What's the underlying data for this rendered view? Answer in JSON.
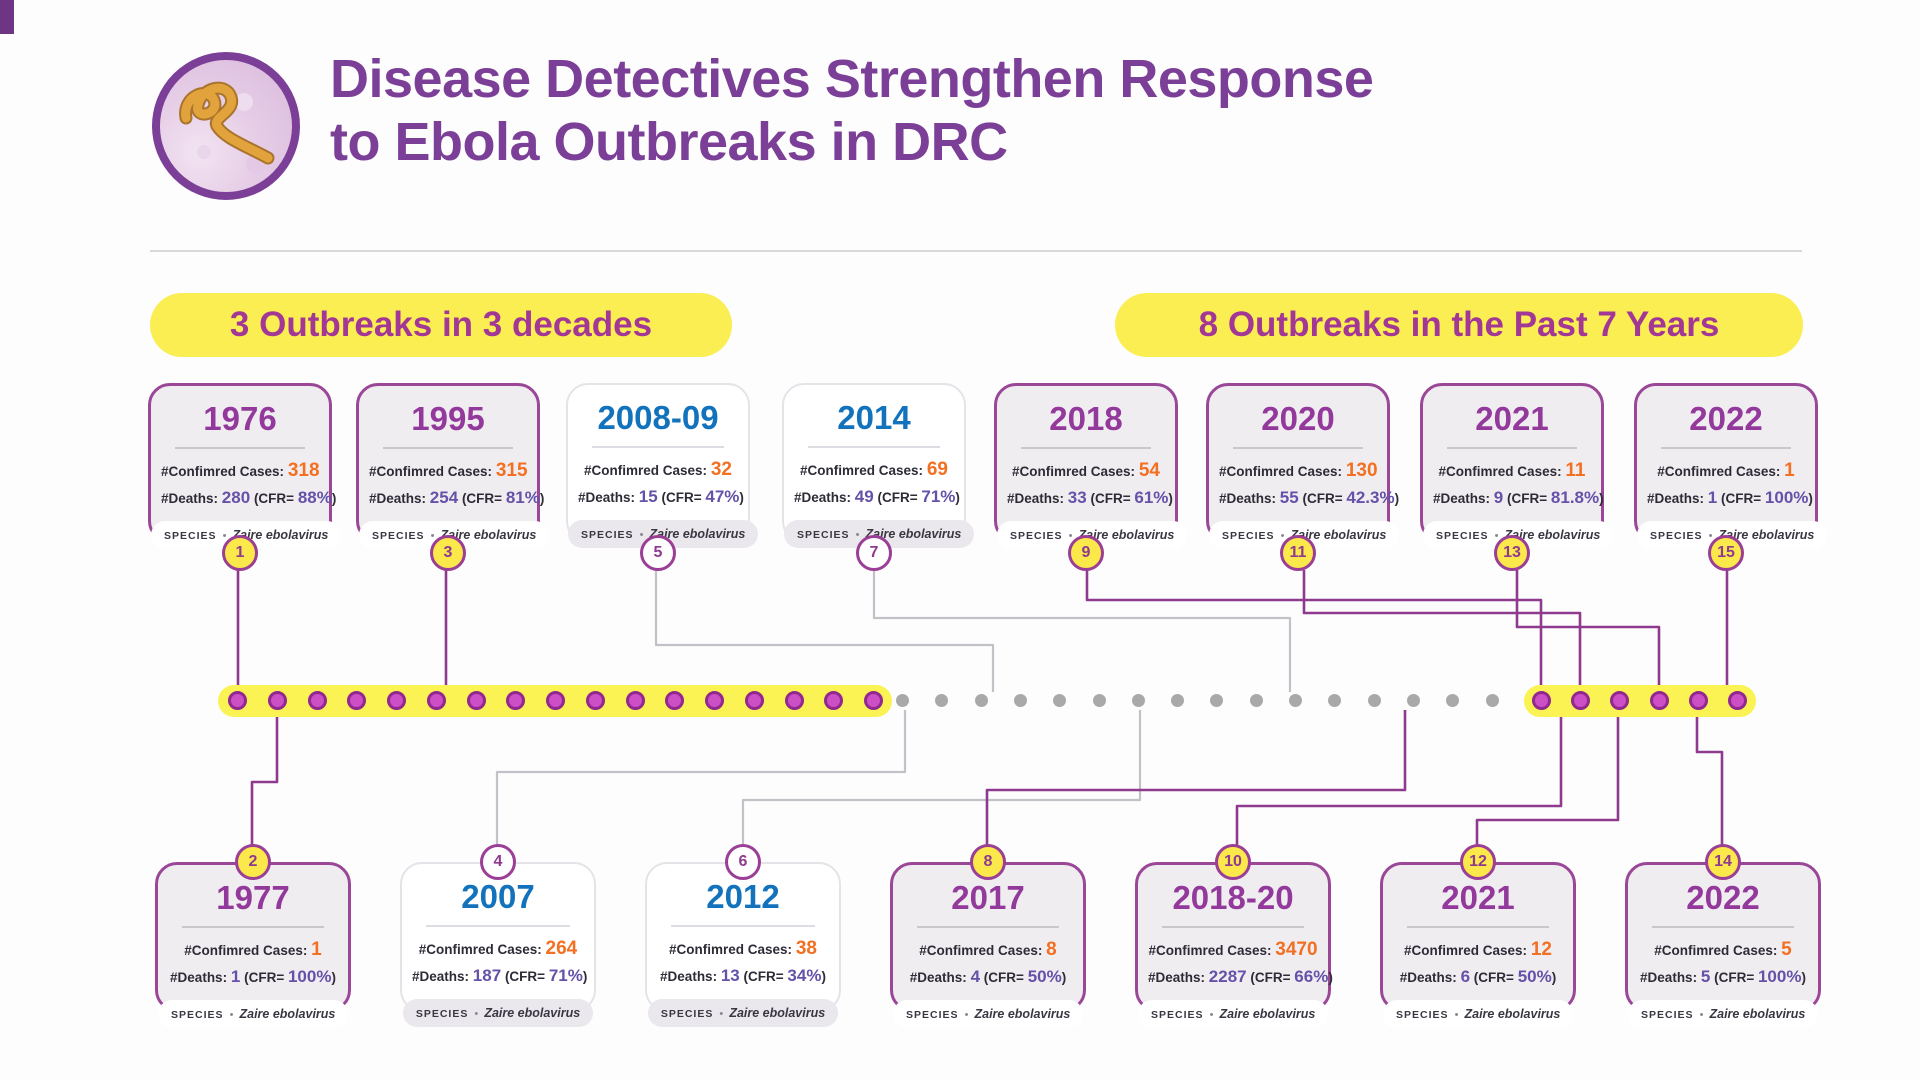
{
  "header": {
    "logo": "ebola-virus-micrograph",
    "title_line1": "Disease Detectives Strengthen Response",
    "title_line2": "to Ebola Outbreaks in DRC"
  },
  "badges": {
    "left": "3 Outbreaks in 3 decades",
    "right": "8 Outbreaks in the Past 7 Years"
  },
  "labels": {
    "cases": "#Confimred Cases:",
    "deaths": "#Deaths:",
    "cfr": "(CFR=",
    "cfr_close": ")",
    "species": "SPECIES",
    "separator": "•"
  },
  "timeline": {
    "left_purple_dots": 17,
    "middle_gray_dots": 16,
    "right_purple_dots": 6
  },
  "top_row": [
    {
      "number": 1,
      "year": "1976",
      "theme": "purple",
      "cases": "318",
      "deaths": "280",
      "cfr": "88%",
      "species": "Zaire ebolavirus"
    },
    {
      "number": 3,
      "year": "1995",
      "theme": "purple",
      "cases": "315",
      "deaths": "254",
      "cfr": "81%",
      "species": "Zaire ebolavirus"
    },
    {
      "number": 5,
      "year": "2008-09",
      "theme": "white",
      "cases": "32",
      "deaths": "15",
      "cfr": "47%",
      "species": "Zaire ebolavirus"
    },
    {
      "number": 7,
      "year": "2014",
      "theme": "white",
      "cases": "69",
      "deaths": "49",
      "cfr": "71%",
      "species": "Zaire ebolavirus"
    },
    {
      "number": 9,
      "year": "2018",
      "theme": "purple",
      "cases": "54",
      "deaths": "33",
      "cfr": "61%",
      "species": "Zaire ebolavirus"
    },
    {
      "number": 11,
      "year": "2020",
      "theme": "purple",
      "cases": "130",
      "deaths": "55",
      "cfr": "42.3%",
      "species": "Zaire ebolavirus"
    },
    {
      "number": 13,
      "year": "2021",
      "theme": "purple",
      "cases": "11",
      "deaths": "9",
      "cfr": "81.8%",
      "species": "Zaire ebolavirus"
    },
    {
      "number": 15,
      "year": "2022",
      "theme": "purple",
      "cases": "1",
      "deaths": "1",
      "cfr": "100%",
      "species": "Zaire ebolavirus"
    }
  ],
  "bottom_row": [
    {
      "number": 2,
      "year": "1977",
      "theme": "purple",
      "cases": "1",
      "deaths": "1",
      "cfr": "100%",
      "species": "Zaire ebolavirus"
    },
    {
      "number": 4,
      "year": "2007",
      "theme": "white",
      "cases": "264",
      "deaths": "187",
      "cfr": "71%",
      "species": "Zaire ebolavirus"
    },
    {
      "number": 6,
      "year": "2012",
      "theme": "white",
      "cases": "38",
      "deaths": "13",
      "cfr": "34%",
      "species": "Zaire ebolavirus"
    },
    {
      "number": 8,
      "year": "2017",
      "theme": "purple",
      "cases": "8",
      "deaths": "4",
      "cfr": "50%",
      "species": "Zaire ebolavirus"
    },
    {
      "number": 10,
      "year": "2018-20",
      "theme": "purple",
      "cases": "3470",
      "deaths": "2287",
      "cfr": "66%",
      "species": "Zaire ebolavirus"
    },
    {
      "number": 12,
      "year": "2021",
      "theme": "purple",
      "cases": "12",
      "deaths": "6",
      "cfr": "50%",
      "species": "Zaire ebolavirus"
    },
    {
      "number": 14,
      "year": "2022",
      "theme": "purple",
      "cases": "5",
      "deaths": "5",
      "cfr": "100%",
      "species": "Zaire ebolavirus"
    }
  ],
  "colors": {
    "title_purple": "#7c3f98",
    "badge_yellow": "#faee53",
    "badge_text": "#a23795",
    "card_border_purple": "#9b4798",
    "year_purple": "#93399b",
    "year_blue": "#1273bc",
    "value_orange": "#f36f21",
    "value_purple": "#6552a8",
    "timeline_yellow": "#fbf353",
    "dot_fill": "#cc4fc6",
    "dot_ring": "#92278f",
    "gray_dot": "#a9a9a9",
    "line_purple": "#8e3a8e",
    "line_gray": "#c2c1c7"
  }
}
